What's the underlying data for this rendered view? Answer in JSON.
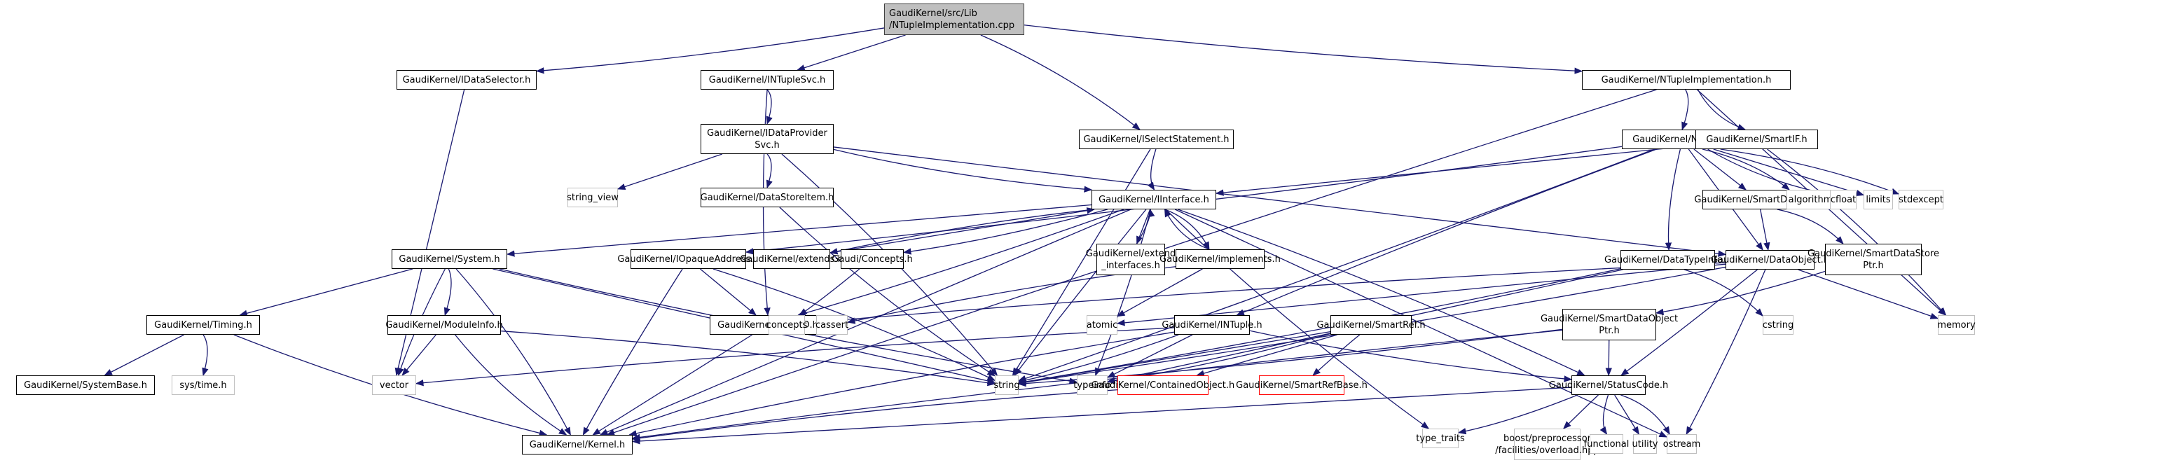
{
  "diagram": {
    "type": "include-dependency-graph",
    "colors": {
      "edge": "#191970",
      "project_border": "#000000",
      "system_border": "#bfbfbf",
      "missing_border": "#ff0000",
      "root_fill": "#bfbfbf"
    },
    "nodes": [
      {
        "id": "root",
        "label": "GaudiKernel/src/Lib\n/NTupleImplementation.cpp",
        "kind": "root"
      },
      {
        "id": "idatasel",
        "label": "GaudiKernel/IDataSelector.h",
        "kind": "project"
      },
      {
        "id": "intuplesvc",
        "label": "GaudiKernel/INTupleSvc.h",
        "kind": "project"
      },
      {
        "id": "iselect",
        "label": "GaudiKernel/ISelectStatement.h",
        "kind": "project"
      },
      {
        "id": "ntimpl",
        "label": "GaudiKernel/NTupleImplementation.h",
        "kind": "project"
      },
      {
        "id": "idataprov",
        "label": "GaudiKernel/IDataProvider\nSvc.h",
        "kind": "project"
      },
      {
        "id": "ntuple",
        "label": "GaudiKernel/NTuple.h",
        "kind": "project"
      },
      {
        "id": "smartif",
        "label": "GaudiKernel/SmartIF.h",
        "kind": "project"
      },
      {
        "id": "stringview",
        "label": "string_view",
        "kind": "system"
      },
      {
        "id": "datastoreitem",
        "label": "GaudiKernel/DataStoreItem.h",
        "kind": "project"
      },
      {
        "id": "iinterface",
        "label": "GaudiKernel/IInterface.h",
        "kind": "project"
      },
      {
        "id": "smartdataptr",
        "label": "GaudiKernel/SmartDataPtr.h",
        "kind": "project"
      },
      {
        "id": "algorithm",
        "label": "algorithm",
        "kind": "system"
      },
      {
        "id": "cfloat",
        "label": "cfloat",
        "kind": "system"
      },
      {
        "id": "limits",
        "label": "limits",
        "kind": "system"
      },
      {
        "id": "stdexcept",
        "label": "stdexcept",
        "kind": "system"
      },
      {
        "id": "system",
        "label": "GaudiKernel/System.h",
        "kind": "project"
      },
      {
        "id": "iopaque",
        "label": "GaudiKernel/IOpaqueAddress.h",
        "kind": "project"
      },
      {
        "id": "extends",
        "label": "GaudiKernel/extends.h",
        "kind": "project"
      },
      {
        "id": "concepts_h",
        "label": "Gaudi/Concepts.h",
        "kind": "project"
      },
      {
        "id": "extendif",
        "label": "GaudiKernel/extend\n_interfaces.h",
        "kind": "project"
      },
      {
        "id": "implements",
        "label": "GaudiKernel/implements.h",
        "kind": "project"
      },
      {
        "id": "datatypeinfo",
        "label": "GaudiKernel/DataTypeInfo.h",
        "kind": "project"
      },
      {
        "id": "dataobject",
        "label": "GaudiKernel/DataObject.h",
        "kind": "project"
      },
      {
        "id": "smartdatastoreptr",
        "label": "GaudiKernel/SmartDataStore\nPtr.h",
        "kind": "project"
      },
      {
        "id": "timing",
        "label": "GaudiKernel/Timing.h",
        "kind": "project"
      },
      {
        "id": "moduleinfo",
        "label": "GaudiKernel/ModuleInfo.h",
        "kind": "project"
      },
      {
        "id": "classid",
        "label": "GaudiKernel/ClassID.h",
        "kind": "project"
      },
      {
        "id": "concepts",
        "label": "concepts",
        "kind": "system"
      },
      {
        "id": "cassert",
        "label": "cassert",
        "kind": "system"
      },
      {
        "id": "atomic",
        "label": "atomic",
        "kind": "system"
      },
      {
        "id": "intuple",
        "label": "GaudiKernel/INTuple.h",
        "kind": "project"
      },
      {
        "id": "smartref",
        "label": "GaudiKernel/SmartRef.h",
        "kind": "project"
      },
      {
        "id": "smartdataobjptr",
        "label": "GaudiKernel/SmartDataObject\nPtr.h",
        "kind": "project"
      },
      {
        "id": "cstring",
        "label": "cstring",
        "kind": "system"
      },
      {
        "id": "memory",
        "label": "memory",
        "kind": "system"
      },
      {
        "id": "systembase",
        "label": "GaudiKernel/SystemBase.h",
        "kind": "project"
      },
      {
        "id": "systime",
        "label": "sys/time.h",
        "kind": "system"
      },
      {
        "id": "vector",
        "label": "vector",
        "kind": "system"
      },
      {
        "id": "string",
        "label": "string",
        "kind": "system"
      },
      {
        "id": "typeinfo",
        "label": "typeinfo",
        "kind": "system"
      },
      {
        "id": "containedobj",
        "label": "GaudiKernel/ContainedObject.h",
        "kind": "missing"
      },
      {
        "id": "smartrefbase",
        "label": "GaudiKernel/SmartRefBase.h",
        "kind": "missing"
      },
      {
        "id": "statuscode",
        "label": "GaudiKernel/StatusCode.h",
        "kind": "project"
      },
      {
        "id": "kernel",
        "label": "GaudiKernel/Kernel.h",
        "kind": "project"
      },
      {
        "id": "typetraits",
        "label": "type_traits",
        "kind": "system"
      },
      {
        "id": "boostpp",
        "label": "boost/preprocessor\n/facilities/overload.hpp",
        "kind": "system"
      },
      {
        "id": "functional",
        "label": "functional",
        "kind": "system"
      },
      {
        "id": "utility",
        "label": "utility",
        "kind": "system"
      },
      {
        "id": "ostream",
        "label": "ostream",
        "kind": "system"
      }
    ],
    "edges": [
      [
        "root",
        "idatasel"
      ],
      [
        "root",
        "intuplesvc"
      ],
      [
        "root",
        "iselect"
      ],
      [
        "root",
        "ntimpl"
      ],
      [
        "idatasel",
        "vector"
      ],
      [
        "intuplesvc",
        "idataprov"
      ],
      [
        "intuplesvc",
        "classid"
      ],
      [
        "idataprov",
        "stringview"
      ],
      [
        "idataprov",
        "datastoreitem"
      ],
      [
        "idataprov",
        "iinterface"
      ],
      [
        "idataprov",
        "dataobject"
      ],
      [
        "idataprov",
        "string"
      ],
      [
        "iselect",
        "iinterface"
      ],
      [
        "iselect",
        "string"
      ],
      [
        "ntimpl",
        "ntuple"
      ],
      [
        "ntimpl",
        "smartif"
      ],
      [
        "ntimpl",
        "memory"
      ],
      [
        "ntimpl",
        "kernel"
      ],
      [
        "ntuple",
        "iopaque"
      ],
      [
        "ntuple",
        "smartdataptr"
      ],
      [
        "ntuple",
        "algorithm"
      ],
      [
        "ntuple",
        "cfloat"
      ],
      [
        "ntuple",
        "limits"
      ],
      [
        "ntuple",
        "stdexcept"
      ],
      [
        "ntuple",
        "datatypeinfo"
      ],
      [
        "ntuple",
        "dataobject"
      ],
      [
        "ntuple",
        "intuple"
      ],
      [
        "ntuple",
        "string"
      ],
      [
        "smartif",
        "iinterface"
      ],
      [
        "smartif",
        "memory"
      ],
      [
        "datastoreitem",
        "string"
      ],
      [
        "iinterface",
        "system"
      ],
      [
        "iinterface",
        "extends"
      ],
      [
        "iinterface",
        "concepts_h"
      ],
      [
        "iinterface",
        "extendif"
      ],
      [
        "iinterface",
        "implements"
      ],
      [
        "iinterface",
        "classid"
      ],
      [
        "iinterface",
        "kernel"
      ],
      [
        "iinterface",
        "statuscode"
      ],
      [
        "iinterface",
        "typetraits"
      ],
      [
        "iinterface",
        "ostream"
      ],
      [
        "iinterface",
        "typeinfo"
      ],
      [
        "iinterface",
        "string"
      ],
      [
        "extends",
        "iinterface"
      ],
      [
        "extendif",
        "iinterface"
      ],
      [
        "implements",
        "iinterface"
      ],
      [
        "implements",
        "atomic"
      ],
      [
        "implements",
        "cassert"
      ],
      [
        "concepts_h",
        "concepts"
      ],
      [
        "smartdataptr",
        "dataobject"
      ],
      [
        "smartdataptr",
        "smartdatastoreptr"
      ],
      [
        "smartdatastoreptr",
        "smartdataobjptr"
      ],
      [
        "smartdataobjptr",
        "statuscode"
      ],
      [
        "smartdataobjptr",
        "kernel"
      ],
      [
        "smartdataobjptr",
        "string"
      ],
      [
        "system",
        "timing"
      ],
      [
        "system",
        "moduleinfo"
      ],
      [
        "system",
        "vector"
      ],
      [
        "system",
        "string"
      ],
      [
        "system",
        "kernel"
      ],
      [
        "system",
        "typeinfo"
      ],
      [
        "timing",
        "systembase"
      ],
      [
        "timing",
        "systime"
      ],
      [
        "timing",
        "kernel"
      ],
      [
        "moduleinfo",
        "vector"
      ],
      [
        "moduleinfo",
        "string"
      ],
      [
        "moduleinfo",
        "kernel"
      ],
      [
        "iopaque",
        "classid"
      ],
      [
        "iopaque",
        "string"
      ],
      [
        "iopaque",
        "kernel"
      ],
      [
        "classid",
        "kernel"
      ],
      [
        "datatypeinfo",
        "cstring"
      ],
      [
        "datatypeinfo",
        "string"
      ],
      [
        "datatypeinfo",
        "typeinfo"
      ],
      [
        "dataobject",
        "classid"
      ],
      [
        "dataobject",
        "statuscode"
      ],
      [
        "dataobject",
        "memory"
      ],
      [
        "dataobject",
        "ostream"
      ],
      [
        "dataobject",
        "string"
      ],
      [
        "dataobject",
        "atomic"
      ],
      [
        "intuple",
        "vector"
      ],
      [
        "intuple",
        "string"
      ],
      [
        "intuple",
        "typeinfo"
      ],
      [
        "intuple",
        "kernel"
      ],
      [
        "intuple",
        "statuscode"
      ],
      [
        "smartref",
        "containedobj"
      ],
      [
        "smartref",
        "smartrefbase"
      ],
      [
        "smartref",
        "typeinfo"
      ],
      [
        "smartref",
        "string"
      ],
      [
        "statuscode",
        "boostpp"
      ],
      [
        "statuscode",
        "functional"
      ],
      [
        "statuscode",
        "utility"
      ],
      [
        "statuscode",
        "ostream"
      ],
      [
        "statuscode",
        "typetraits"
      ],
      [
        "statuscode",
        "kernel"
      ],
      [
        "containedobj",
        "kernel"
      ]
    ]
  }
}
